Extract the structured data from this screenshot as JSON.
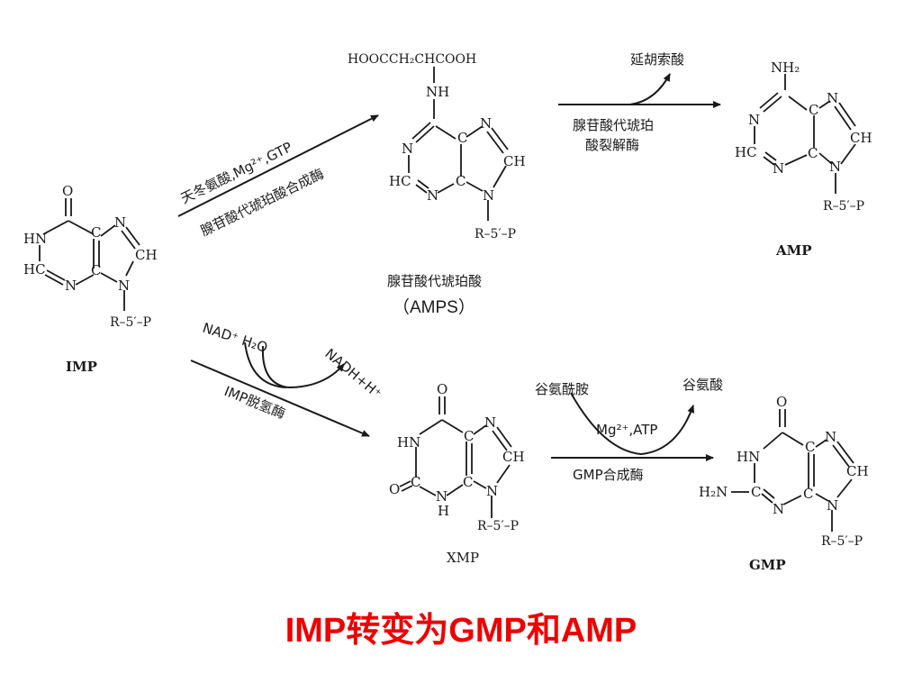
{
  "caption": "IMP转变为GMP和AMP",
  "colors": {
    "caption": "#ee0000",
    "ink": "#1a1a1a",
    "background": "#ffffff"
  },
  "structures": {
    "imp": {
      "name": "IMP",
      "ribose": "R–5′–P"
    },
    "amps": {
      "name_cn": "腺苷酸代琥珀酸",
      "name": "（AMPS）",
      "substituent": "HOOCCH₂CHCOOH",
      "nh": "NH",
      "ribose": "R–5′–P"
    },
    "amp": {
      "name": "AMP",
      "nh2": "NH₂",
      "ribose": "R–5′–P"
    },
    "xmp": {
      "name": "XMP",
      "ribose": "R–5′–P"
    },
    "gmp": {
      "name": "GMP",
      "h2n": "H₂N",
      "ribose": "R–5′–P"
    }
  },
  "atoms": {
    "o": "O",
    "n": "N",
    "hn": "HN",
    "hc": "HC",
    "c": "C",
    "ch": "CH",
    "h": "H"
  },
  "reactions": {
    "imp_to_amps": {
      "reagents": "天冬氨酸,Mg²⁺,GTP",
      "enzyme": "腺苷酸代琥珀酸合成酶"
    },
    "amps_to_amp": {
      "side_product": "延胡索酸",
      "enzyme_line1": "腺苷酸代琥珀",
      "enzyme_line2": "酸裂解酶"
    },
    "imp_to_xmp": {
      "in_reagents": "NAD⁺ H₂O",
      "out_products": "NADH+H⁺",
      "enzyme": "IMP脱氢酶"
    },
    "xmp_to_gmp": {
      "substrate": "谷氨酰胺",
      "product": "谷氨酸",
      "cofactors": "Mg²⁺,ATP",
      "enzyme": "GMP合成酶"
    }
  }
}
